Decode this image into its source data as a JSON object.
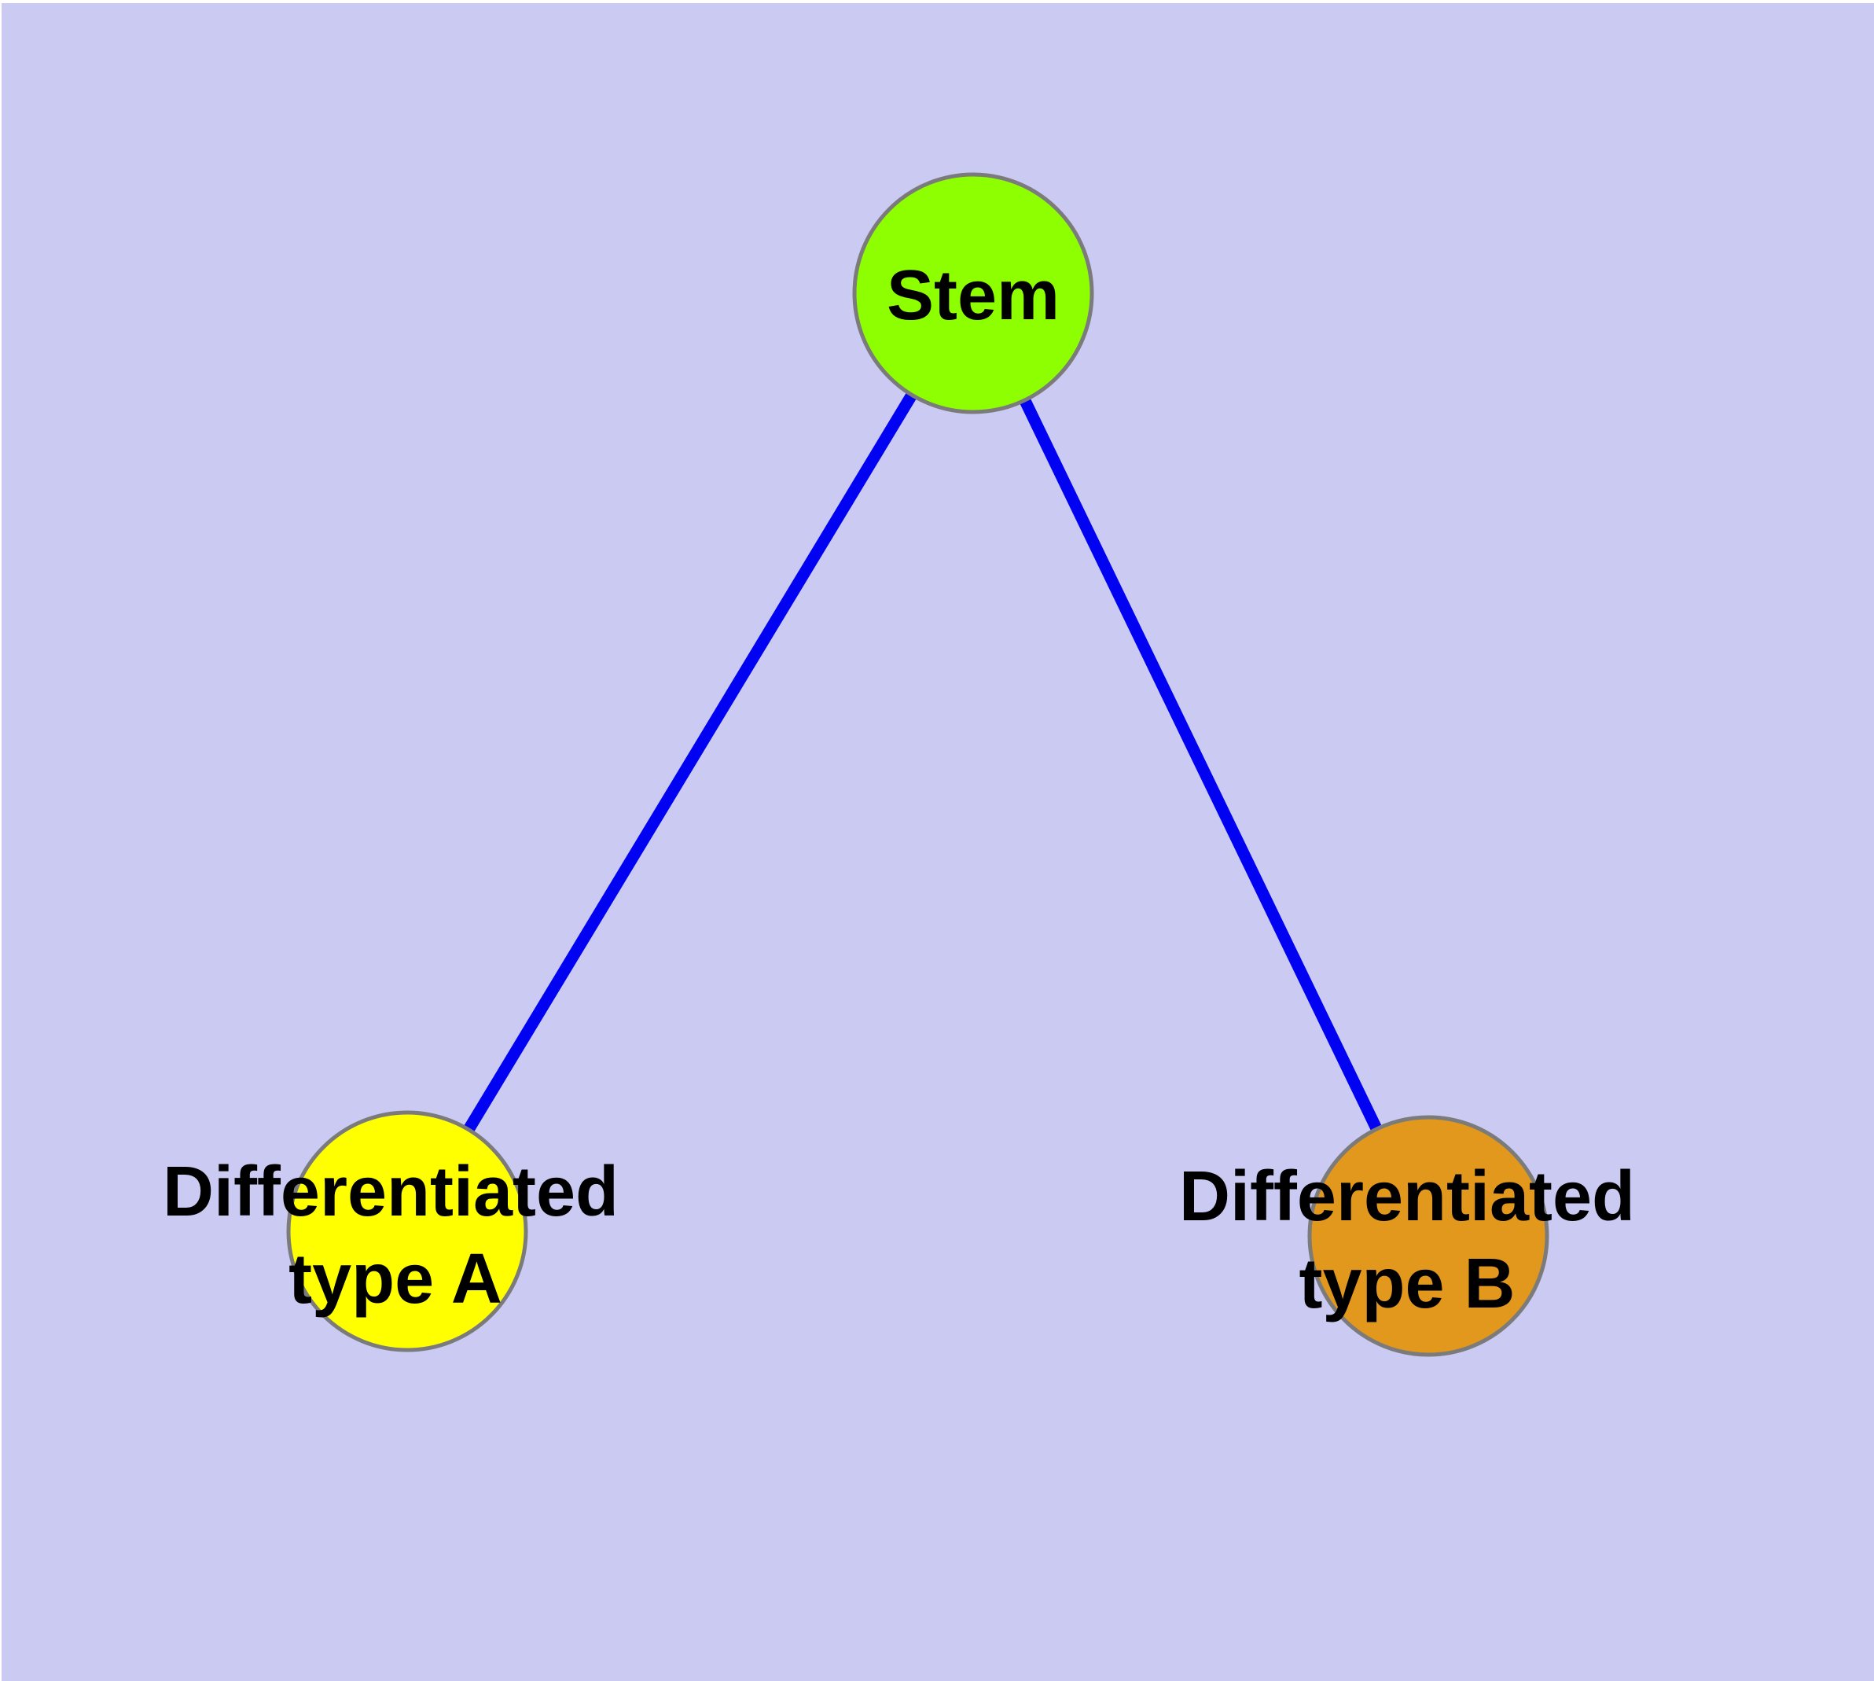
{
  "diagram": {
    "type": "graph",
    "background_color": "#cacaf2",
    "page_margin_color": "#ffffff",
    "edge_color": "#0202f2",
    "node_border_color": "#7b7b7b",
    "label_color": "#000000",
    "nodes": [
      {
        "id": "stem",
        "label": "Stem",
        "label_lines": [
          "Stem"
        ],
        "color": "#8eff00"
      },
      {
        "id": "differentiated-type-a",
        "label": "Differentiated type A",
        "label_lines": [
          "Differentiated",
          "type A"
        ],
        "color": "#ffff00"
      },
      {
        "id": "differentiated-type-b",
        "label": "Differentiated type B",
        "label_lines": [
          "Differentiated",
          "type B"
        ],
        "color": "#e2971d"
      }
    ],
    "edges": [
      {
        "from": "Stem",
        "to": "Differentiated type A"
      },
      {
        "from": "Stem",
        "to": "Differentiated type B"
      }
    ]
  }
}
